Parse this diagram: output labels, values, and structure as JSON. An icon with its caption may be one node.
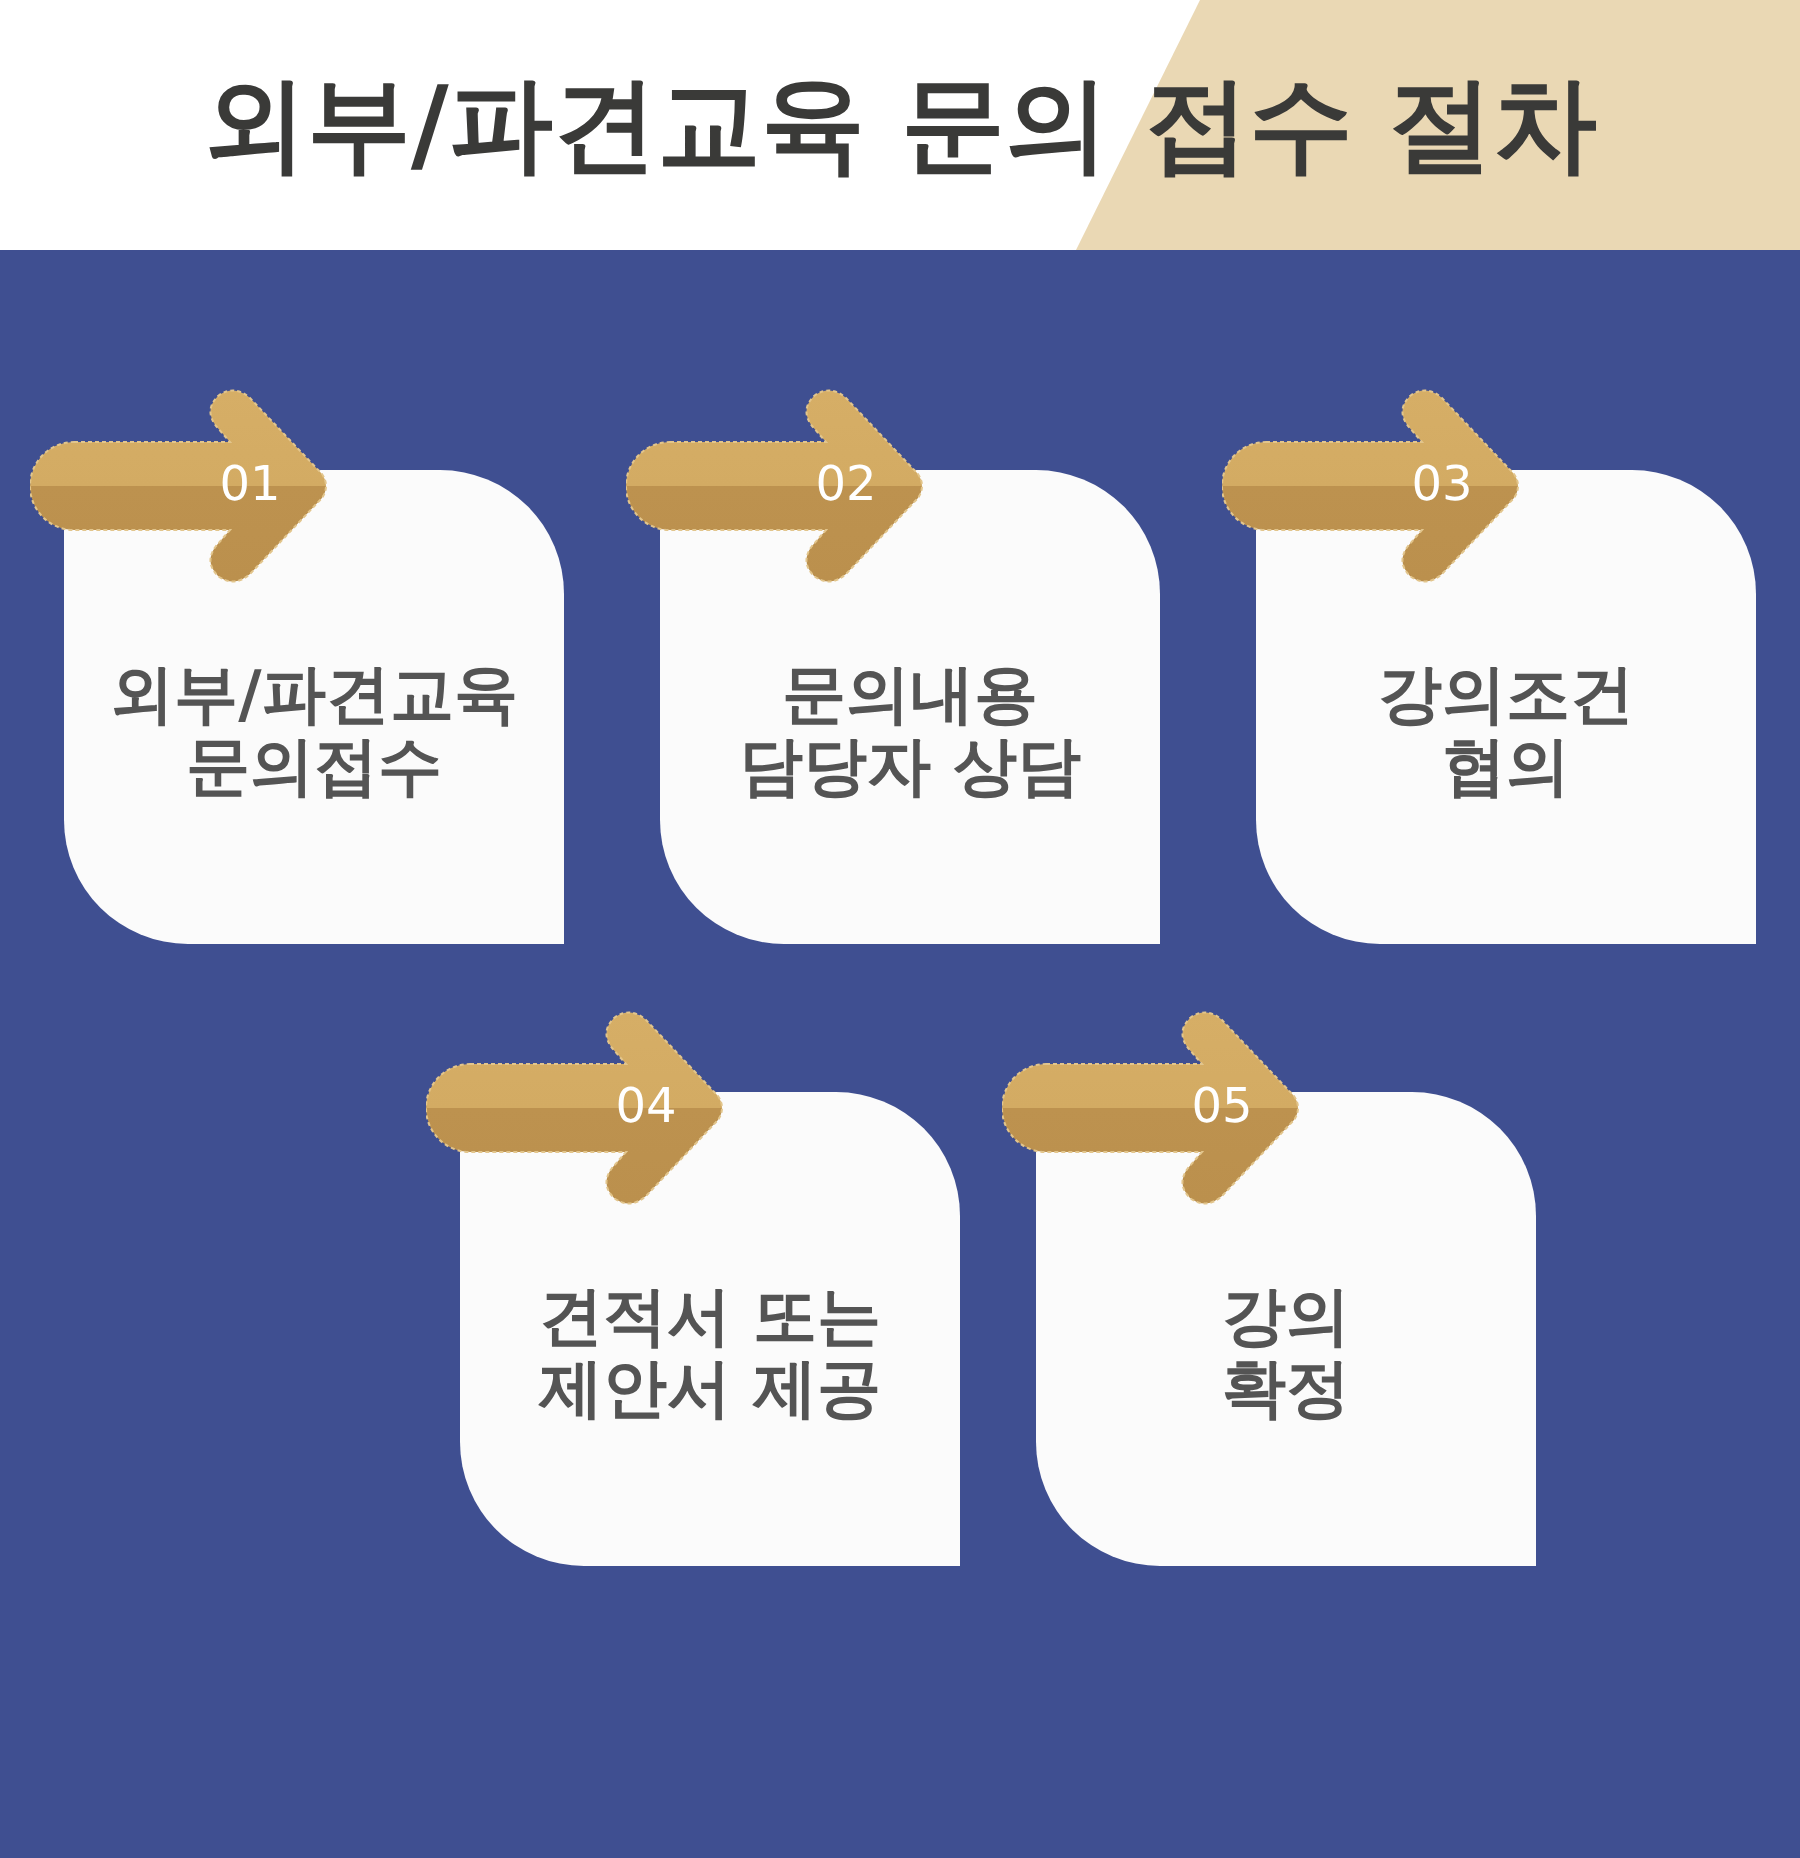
{
  "diagram": {
    "title": "외부/파견교육 문의 접수 절차",
    "nodes": [
      {
        "text": [
          "01"
        ]
      },
      {
        "text": [
          "외부/파견교육 문의접수"
        ]
      },
      {
        "text": [
          "02"
        ]
      },
      {
        "text": [
          "문의내용 담당자 상담"
        ]
      },
      {
        "text": [
          "03"
        ]
      },
      {
        "text": [
          "강의조건 협의"
        ]
      },
      {
        "text": [
          "04"
        ]
      },
      {
        "text": [
          "견적서 또는 제안서 제공"
        ]
      },
      {
        "text": [
          "05"
        ]
      },
      {
        "text": [
          "강의 확정"
        ]
      }
    ]
  }
}
